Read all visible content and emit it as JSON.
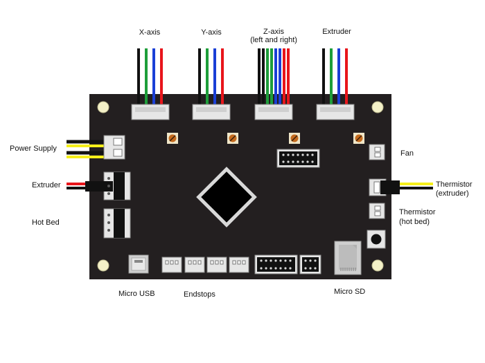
{
  "labels": {
    "x_axis": "X-axis",
    "y_axis": "Y-axis",
    "z_axis": "Z-axis",
    "z_axis_sub": "(left and right)",
    "extruder_top": "Extruder",
    "power_supply": "Power Supply",
    "extruder_left": "Extruder",
    "hot_bed": "Hot Bed",
    "fan": "Fan",
    "thermistor_extruder": "Thermistor",
    "thermistor_extruder_sub": "(extruder)",
    "thermistor_hotbed": "Thermistor",
    "thermistor_hotbed_sub": "(hot bed)",
    "micro_usb": "Micro USB",
    "endstops": "Endstops",
    "micro_sd": "Micro SD"
  },
  "colors": {
    "board": "#231f20",
    "wire_black": "#111111",
    "wire_green": "#1e9e3a",
    "wire_blue": "#1a3fd6",
    "wire_red": "#e8151b",
    "wire_yellow": "#f5ef1a",
    "connector": "#e6e6e6"
  }
}
